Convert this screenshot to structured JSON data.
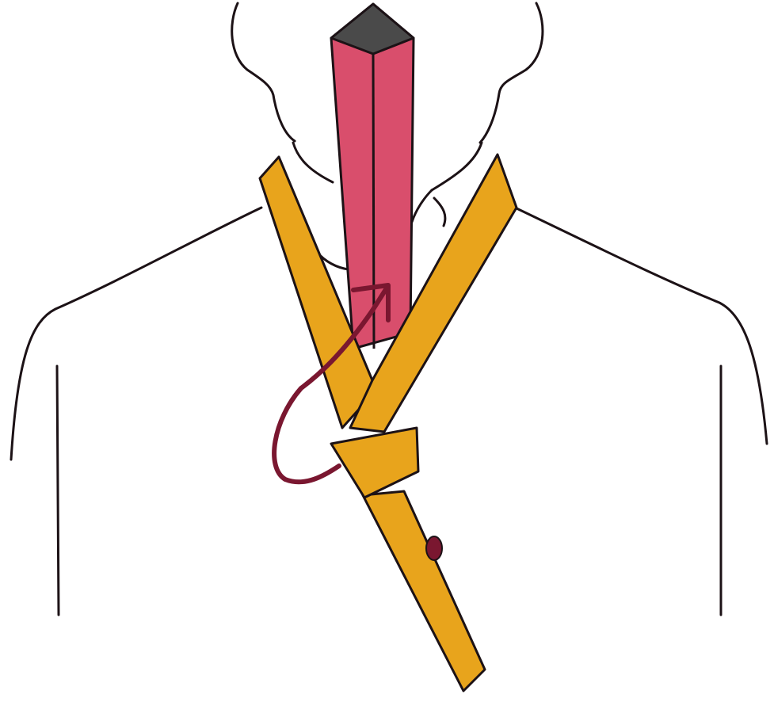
{
  "illustration": {
    "subject": "tie-knot-step",
    "colors": {
      "background": "#ffffff",
      "outline": "#1c1216",
      "tie_wide_end": "#e8a41c",
      "tie_narrow_end": "#d94e6c",
      "tie_narrow_end_top": "#4a4a4a",
      "arrow": "#7a1730"
    },
    "parts": [
      "head-outline",
      "shirt-outline",
      "collar",
      "narrow-end",
      "wide-end",
      "knot-band",
      "direction-arrow",
      "shirt-button"
    ]
  }
}
